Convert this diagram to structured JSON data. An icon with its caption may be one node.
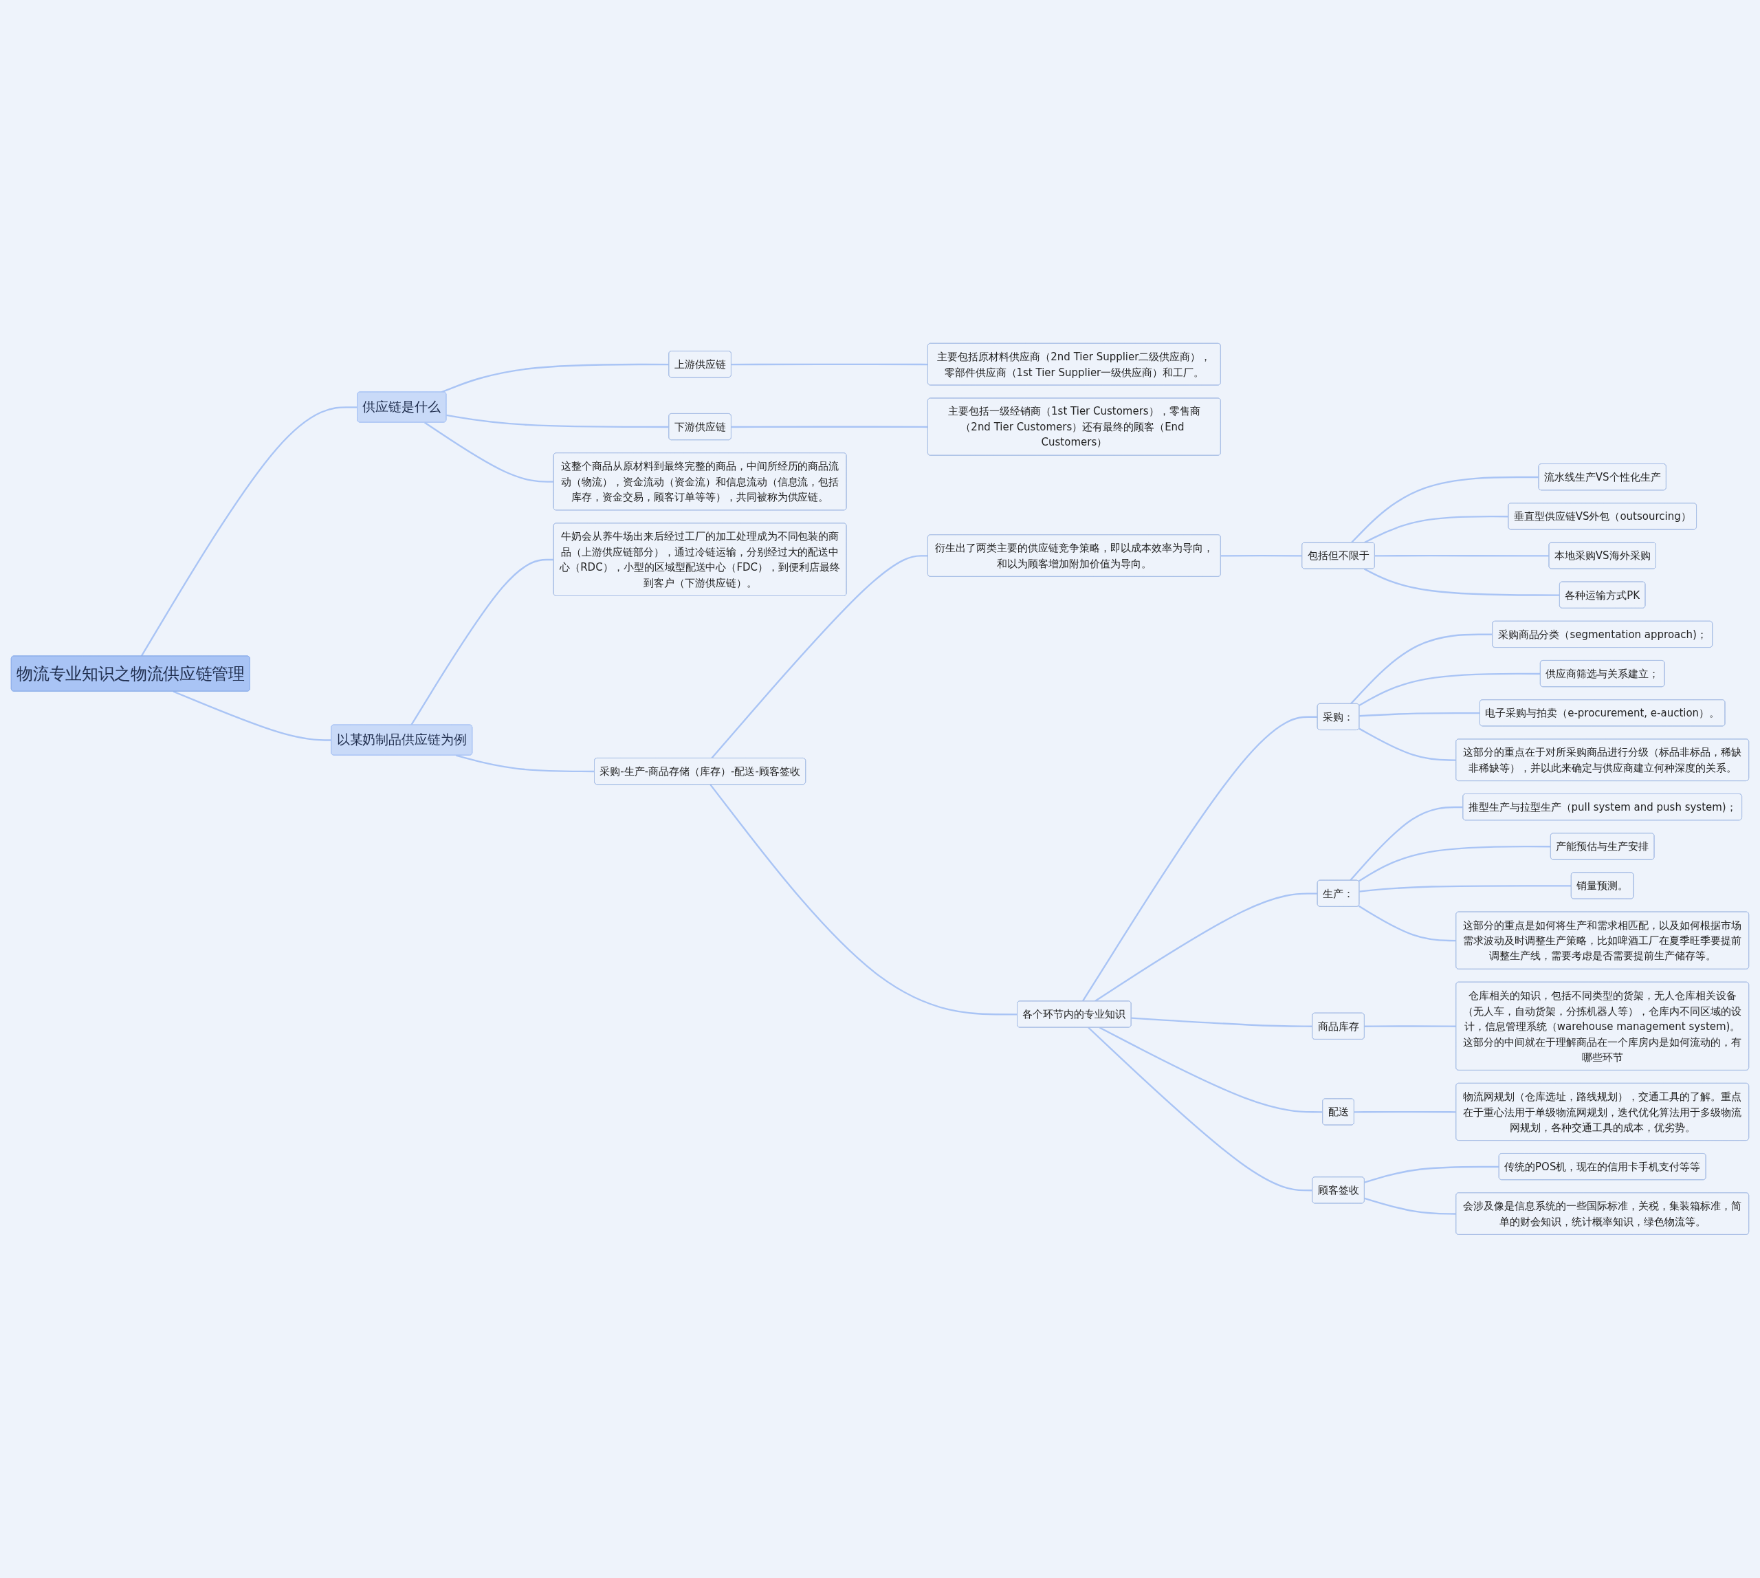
{
  "diagram": {
    "nodes": [
      {
        "text": [
          "物流专业知识之物流供应链管理"
        ]
      },
      {
        "text": [
          "供应链是什么"
        ]
      },
      {
        "text": [
          "上游供应链"
        ]
      },
      {
        "text": [
          "主要包括原材料供应商（2nd Tier Supplier二级供应商），零部件供应商（1st Tier Supplier一级供应商）和工厂。"
        ]
      },
      {
        "text": [
          "下游供应链"
        ]
      },
      {
        "text": [
          "主要包括一级经销商（1st Tier Customers），零售商（2nd Tier Customers）还有最终的顾客（End Customers）"
        ]
      },
      {
        "text": [
          "这整个商品从原材料到最终完整的商品，中间所经历的商品流动（物流），资金流动（资金流）和信息流动（信息流，包括库存，资金交易，顾客订单等等），共同被称为供应链。"
        ]
      },
      {
        "text": [
          "以某奶制品供应链为例"
        ]
      },
      {
        "text": [
          "牛奶会从养牛场出来后经过工厂的加工处理成为不同包装的商品（上游供应链部分），通过冷链运输，分别经过大的配送中心（RDC），小型的区域型配送中心（FDC），到便利店最终到客户（下游供应链）。"
        ]
      },
      {
        "text": [
          "采购-生产-商品存储（库存）-配送-顾客签收"
        ]
      },
      {
        "text": [
          "衍生出了两类主要的供应链竞争策略，即以成本效率为导向，和以为顾客增加附加价值为导向。"
        ]
      },
      {
        "text": [
          "包括但不限于"
        ]
      },
      {
        "text": [
          "流水线生产VS个性化生产"
        ]
      },
      {
        "text": [
          "垂直型供应链VS外包（outsourcing）"
        ]
      },
      {
        "text": [
          "本地采购VS海外采购"
        ]
      },
      {
        "text": [
          "各种运输方式PK"
        ]
      },
      {
        "text": [
          "各个环节内的专业知识"
        ]
      },
      {
        "text": [
          "采购："
        ]
      },
      {
        "text": [
          "采购商品分类（segmentation approach)；"
        ]
      },
      {
        "text": [
          "供应商筛选与关系建立；"
        ]
      },
      {
        "text": [
          "电子采购与拍卖（e-procurement, e-auction）。"
        ]
      },
      {
        "text": [
          "这部分的重点在于对所采购商品进行分级（标品非标品，稀缺非稀缺等），并以此来确定与供应商建立何种深度的关系。"
        ]
      },
      {
        "text": [
          "生产："
        ]
      },
      {
        "text": [
          "推型生产与拉型生产（pull system and push system)；"
        ]
      },
      {
        "text": [
          "产能预估与生产安排"
        ]
      },
      {
        "text": [
          "销量预测。"
        ]
      },
      {
        "text": [
          "这部分的重点是如何将生产和需求相匹配，以及如何根据市场需求波动及时调整生产策略，比如啤酒工厂在夏季旺季要提前调整生产线，需要考虑是否需要提前生产储存等。"
        ]
      },
      {
        "text": [
          "商品库存"
        ]
      },
      {
        "text": [
          "仓库相关的知识，包括不同类型的货架，无人仓库相关设备（无人车，自动货架，分拣机器人等），仓库内不同区域的设计，信息管理系统（warehouse management system)。这部分的中间就在于理解商品在一个库房内是如何流动的，有哪些环节"
        ]
      },
      {
        "text": [
          "配送"
        ]
      },
      {
        "text": [
          "物流网规划（仓库选址，路线规划），交通工具的了解。重点在于重心法用于单级物流网规划，迭代优化算法用于多级物流网规划，各种交通工具的成本，优劣势。"
        ]
      },
      {
        "text": [
          "顾客签收"
        ]
      },
      {
        "text": [
          "传统的POS机，现在的信用卡手机支付等等"
        ]
      },
      {
        "text": [
          "会涉及像是信息系统的一些国际标准，关税，集装箱标准，简单的财会知识，统计概率知识，绿色物流等。"
        ]
      }
    ],
    "edges": [
      {
        "from": 0,
        "to": 1,
        "arrow": "none"
      },
      {
        "from": 1,
        "to": 2,
        "arrow": "none"
      },
      {
        "from": 2,
        "to": 3,
        "arrow": "none"
      },
      {
        "from": 1,
        "to": 4,
        "arrow": "none"
      },
      {
        "from": 4,
        "to": 5,
        "arrow": "none"
      },
      {
        "from": 1,
        "to": 6,
        "arrow": "none"
      },
      {
        "from": 0,
        "to": 7,
        "arrow": "none"
      },
      {
        "from": 7,
        "to": 8,
        "arrow": "none"
      },
      {
        "from": 7,
        "to": 9,
        "arrow": "none"
      },
      {
        "from": 9,
        "to": 10,
        "arrow": "none"
      },
      {
        "from": 10,
        "to": 11,
        "arrow": "none"
      },
      {
        "from": 11,
        "to": 12,
        "arrow": "none"
      },
      {
        "from": 11,
        "to": 13,
        "arrow": "none"
      },
      {
        "from": 11,
        "to": 14,
        "arrow": "none"
      },
      {
        "from": 11,
        "to": 15,
        "arrow": "none"
      },
      {
        "from": 9,
        "to": 16,
        "arrow": "none"
      },
      {
        "from": 16,
        "to": 17,
        "arrow": "none"
      },
      {
        "from": 17,
        "to": 18,
        "arrow": "none"
      },
      {
        "from": 17,
        "to": 19,
        "arrow": "none"
      },
      {
        "from": 17,
        "to": 20,
        "arrow": "none"
      },
      {
        "from": 17,
        "to": 21,
        "arrow": "none"
      },
      {
        "from": 16,
        "to": 22,
        "arrow": "none"
      },
      {
        "from": 22,
        "to": 23,
        "arrow": "none"
      },
      {
        "from": 22,
        "to": 24,
        "arrow": "none"
      },
      {
        "from": 22,
        "to": 25,
        "arrow": "none"
      },
      {
        "from": 22,
        "to": 26,
        "arrow": "none"
      },
      {
        "from": 16,
        "to": 27,
        "arrow": "none"
      },
      {
        "from": 27,
        "to": 28,
        "arrow": "none"
      },
      {
        "from": 16,
        "to": 29,
        "arrow": "none"
      },
      {
        "from": 29,
        "to": 30,
        "arrow": "none"
      },
      {
        "from": 16,
        "to": 31,
        "arrow": "none"
      },
      {
        "from": 31,
        "to": 32,
        "arrow": "none"
      },
      {
        "from": 31,
        "to": 33,
        "arrow": "none"
      }
    ]
  }
}
